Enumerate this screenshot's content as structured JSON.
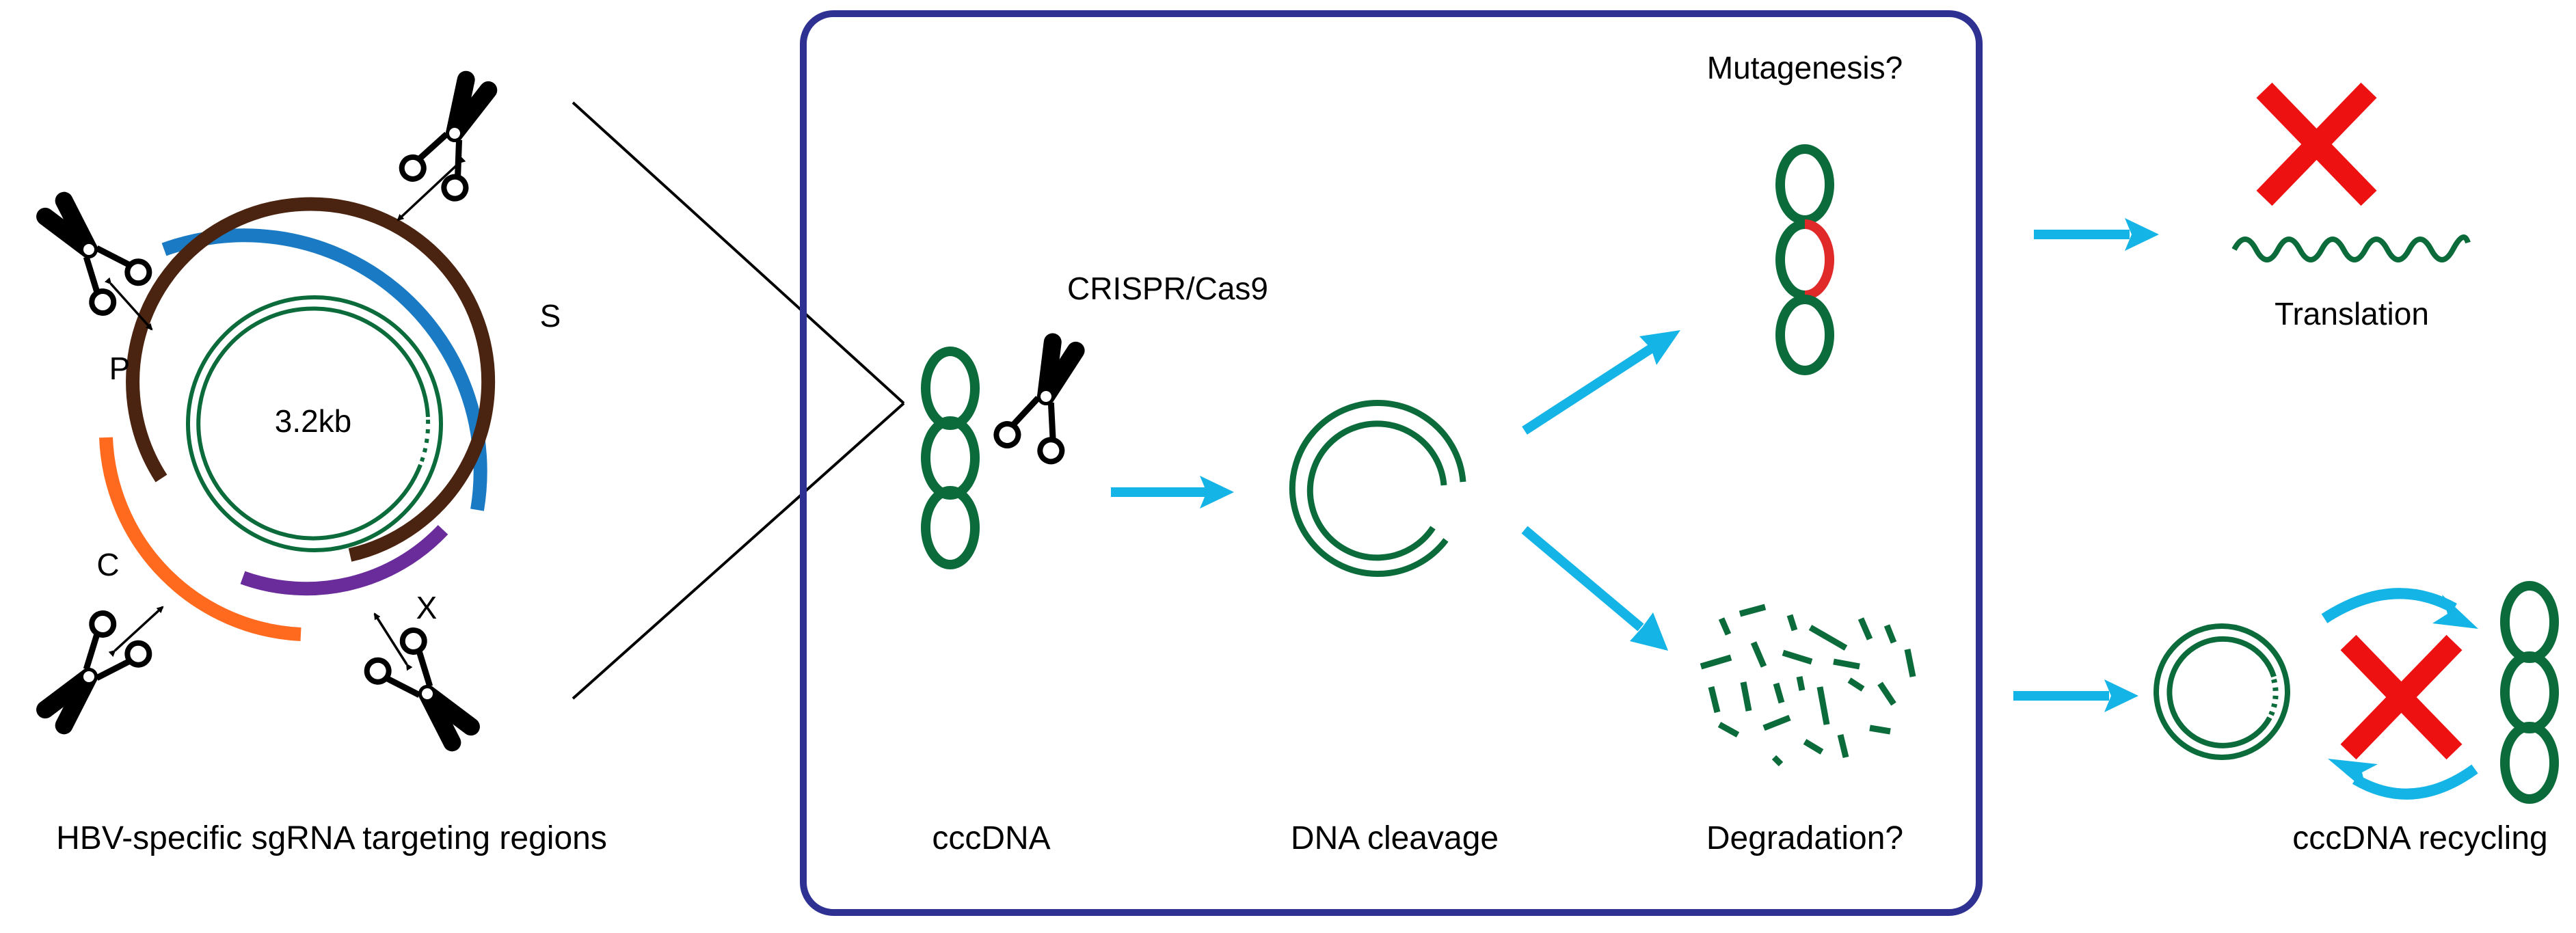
{
  "labels": {
    "s_region": "S",
    "p_region": "P",
    "c_region": "C",
    "x_region": "X",
    "genome_size": "3.2kb",
    "left_caption": "HBV-specific sgRNA targeting regions",
    "crispr": "CRISPR/Cas9",
    "cccdna": "cccDNA",
    "dna_cleavage": "DNA cleavage",
    "mutagenesis": "Mutagenesis?",
    "degradation": "Degradation?",
    "translation": "Translation",
    "recycling": "cccDNA recycling"
  },
  "colors": {
    "dna_green": "#0b6b3a",
    "s_blue": "#1a7bc4",
    "p_brown": "#4a2410",
    "c_orange": "#ff6a1f",
    "x_purple": "#6a2c9a",
    "arrow_cyan": "#14b4e6",
    "cross_red": "#ee1111",
    "mutation_red": "#e02a2a",
    "box_navy": "#2e3192"
  },
  "icons": [
    "scissors-icon",
    "red-x-icon",
    "arrow-icon"
  ]
}
